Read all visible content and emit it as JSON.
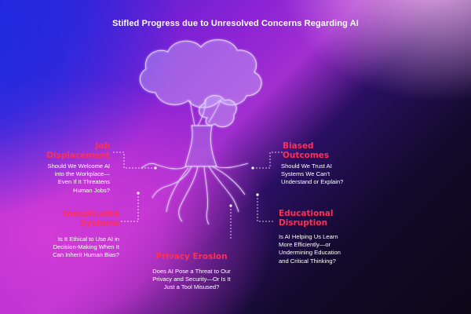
{
  "title": "Stifled Progress due to Unresolved Concerns Regarding AI",
  "concerns": {
    "job_displacement": {
      "heading_line1": "Job",
      "heading_line2": "Displacement",
      "question_lines": [
        "Should We Welcome AI",
        "into the Workplace—",
        "Even If It Threatens",
        "Human Jobs?"
      ]
    },
    "biased_outcomes": {
      "heading_line1": "Biased",
      "heading_line2": "Outcomes",
      "question_lines": [
        "Should We Trust AI",
        "Systems We Can't",
        "Understand or Explain?"
      ]
    },
    "inexplicable_systems": {
      "heading_line1": "Inexplicable",
      "heading_line2": "Systems",
      "question_lines": [
        "Is It Ethical to Use AI in",
        "Decision-Making When It",
        "Can Inherit Human Bias?"
      ]
    },
    "educational_disruption": {
      "heading_line1": "Educational",
      "heading_line2": "Disruption",
      "question_lines": [
        "Is AI Helping Us Learn",
        "More Efficiently—or",
        "Undermining Education",
        "and Critical Thinking?"
      ]
    },
    "privacy_erosion": {
      "heading": "Privacy Erosion",
      "question_lines": [
        "Does AI Pose a Threat to Our",
        "Privacy and Security—Or Is It",
        "Just a Tool Misused?"
      ]
    }
  },
  "colors": {
    "heading": "#ff2f55",
    "text": "#ffffff",
    "tree_outline": "#d9c6ff"
  }
}
